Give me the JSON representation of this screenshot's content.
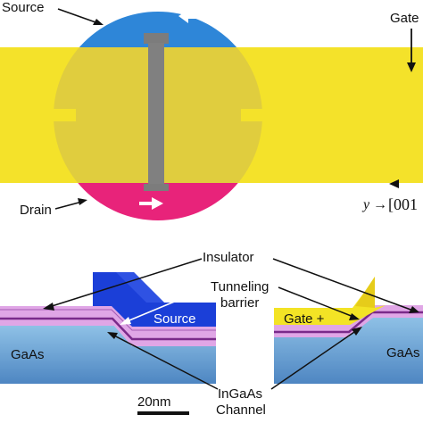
{
  "top_panel": {
    "labels": {
      "source": "Source",
      "gate": "Gate",
      "drain": "Drain",
      "axis_var": "y",
      "axis_arrow": "→",
      "axis_dir": "[001"
    },
    "colors": {
      "gate_band": "#F4E22A",
      "source_ring": "#2E86D8",
      "drain_ring": "#E8237A",
      "channel": "#808080",
      "ring_overlay": "#D9C646"
    },
    "icons": {
      "source_flow": "arrow-left-icon",
      "drain_flow": "arrow-right-icon",
      "gate_pointer": "arrow-down-icon",
      "axis_tick": "arrow-left-small-icon"
    }
  },
  "bottom_panel": {
    "labels": {
      "insulator": "Insulator",
      "tunneling_1": "Tunneling",
      "tunneling_2": "barrier",
      "source": "Source",
      "gate": "Gate +",
      "gaas_left": "GaAs",
      "gaas_right": "GaAs",
      "ingaas_1": "InGaAs",
      "ingaas_2": "Channel",
      "scale": "20nm"
    },
    "colors": {
      "source_block": "#1B3FD8",
      "gate_block": "#F3E325",
      "insulator_layer": "#E0A6E6",
      "channel_layer": "#7A2A8A",
      "substrate": "#6FA8D8"
    }
  }
}
